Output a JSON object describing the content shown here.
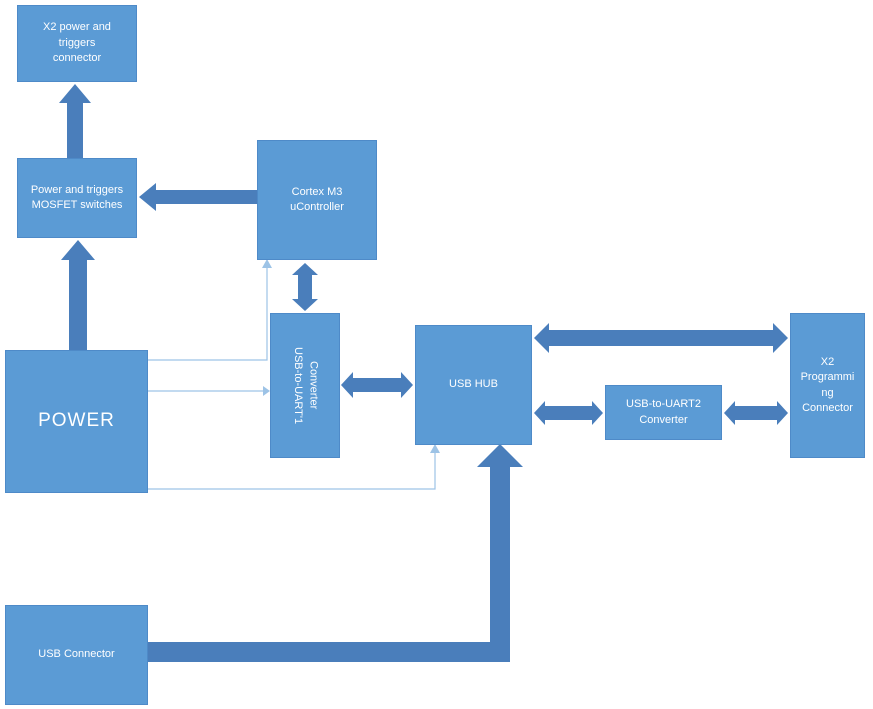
{
  "diagram": {
    "colors": {
      "background": "#FFFFFF",
      "block_fill": "#5B9BD5",
      "block_border": "#4E8AC8",
      "arrow_fill": "#4A7EBB",
      "thin_line": "#9DC3E6",
      "text_color": "#FFFFFF"
    },
    "blocks": {
      "x2_power_connector": {
        "label": "X2 power and triggers connector"
      },
      "mosfet_switches": {
        "label": "Power and triggers MOSFET switches"
      },
      "cortex_m3": {
        "label": "Cortex M3 uController"
      },
      "power": {
        "label": "POWER"
      },
      "uart1_converter": {
        "label": "USB-to-UART'1 Converter"
      },
      "usb_hub": {
        "label": "USB HUB"
      },
      "uart2_converter": {
        "label": "USB-to-UART2 Converter"
      },
      "x2_programming_connector": {
        "label": "X2 Programming Connector"
      },
      "usb_connector": {
        "label": "USB Connector"
      }
    },
    "connections": [
      {
        "from": "mosfet_switches",
        "to": "x2_power_connector",
        "style": "thick-arrow",
        "direction": "one-way"
      },
      {
        "from": "cortex_m3",
        "to": "mosfet_switches",
        "style": "thick-arrow",
        "direction": "one-way"
      },
      {
        "from": "power",
        "to": "mosfet_switches",
        "style": "thick-arrow",
        "direction": "one-way"
      },
      {
        "from": "cortex_m3",
        "to": "uart1_converter",
        "style": "thick-arrow",
        "direction": "two-way"
      },
      {
        "from": "uart1_converter",
        "to": "usb_hub",
        "style": "thick-arrow",
        "direction": "two-way"
      },
      {
        "from": "usb_hub",
        "to": "x2_programming_connector",
        "style": "thick-arrow",
        "direction": "two-way"
      },
      {
        "from": "usb_hub",
        "to": "uart2_converter",
        "style": "thick-arrow",
        "direction": "two-way"
      },
      {
        "from": "uart2_converter",
        "to": "x2_programming_connector",
        "style": "thick-arrow",
        "direction": "two-way"
      },
      {
        "from": "usb_connector",
        "to": "usb_hub",
        "style": "thick-arrow",
        "direction": "one-way"
      },
      {
        "from": "power",
        "to": "cortex_m3",
        "style": "thin-line",
        "direction": "one-way"
      },
      {
        "from": "power",
        "to": "uart1_converter",
        "style": "thin-line",
        "direction": "one-way"
      },
      {
        "from": "power",
        "to": "usb_hub",
        "style": "thin-line",
        "direction": "one-way"
      }
    ]
  }
}
